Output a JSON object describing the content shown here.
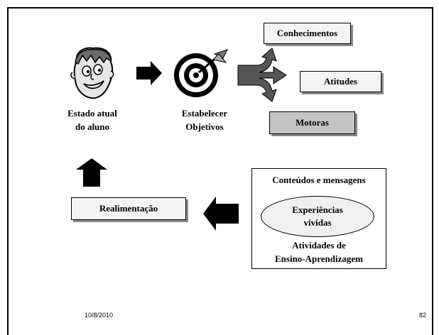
{
  "student": {
    "line1": "Estado atual",
    "line2": "do aluno"
  },
  "objectives": {
    "line1": "Estabelecer",
    "line2": "Objetivos"
  },
  "outcomes": {
    "knowledge": "Conhecimentos",
    "attitudes": "Atitudes",
    "motor": "Motoras"
  },
  "feedback": "Realimentação",
  "content_box": {
    "title": "Conteúdos e mensagens",
    "experience_line1": "Experiências",
    "experience_line2": "vividas",
    "activities_line1": "Atividades de",
    "activities_line2": "Ensino-Aprendizagem"
  },
  "footer": {
    "date": "10/8/2010",
    "page": "82"
  },
  "colors": {
    "motor_fill": "#c4c4c4",
    "box_fill": "#f4f4f4",
    "shadow": "#8a8a8a"
  },
  "icons": [
    "cartoon-face-icon",
    "target-dart-icon"
  ]
}
